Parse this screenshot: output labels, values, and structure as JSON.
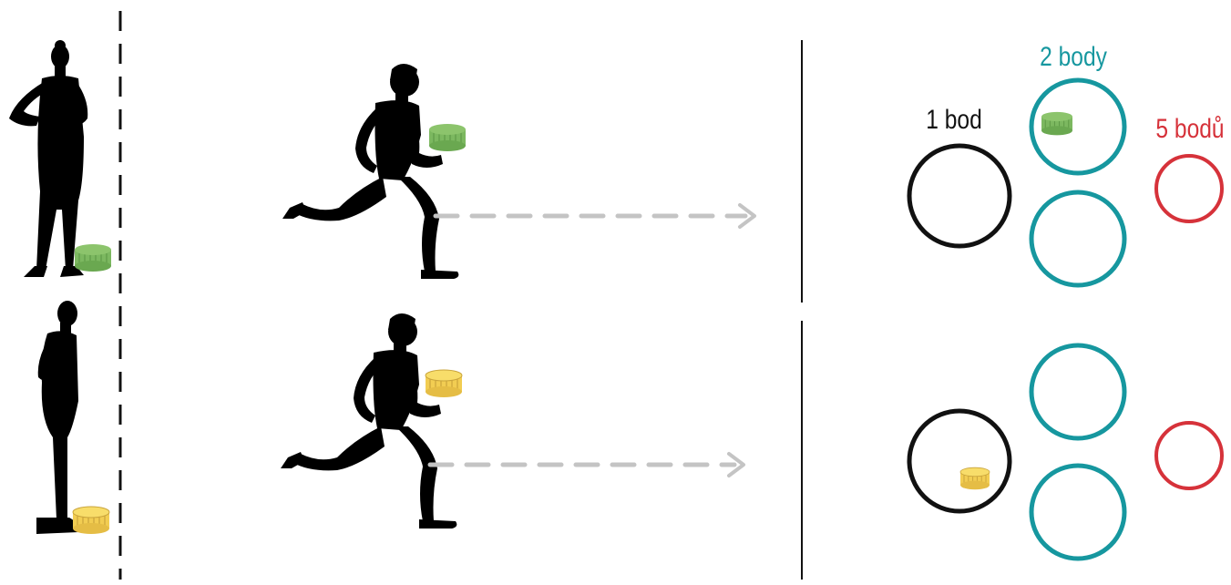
{
  "scoring": {
    "one": {
      "label": "1 bod",
      "color": "#111111"
    },
    "two": {
      "label": "2 body",
      "color": "#16979f"
    },
    "five": {
      "label": "5 bodů",
      "color": "#d6323a"
    }
  },
  "pucks": {
    "green": {
      "color": "#7cb860",
      "top_color": "#8cc46c",
      "stripe": "#5f9a47"
    },
    "yellow": {
      "color": "#f2cd52",
      "top_color": "#f8dd6a",
      "stripe": "#c9a43c"
    }
  },
  "arrow": {
    "color": "#c4c4c4"
  },
  "silhouette": {
    "color": "#000000"
  },
  "lanes": [
    {
      "puck": "green",
      "target_puck_in": "two"
    },
    {
      "puck": "yellow",
      "target_puck_in": "one"
    }
  ]
}
